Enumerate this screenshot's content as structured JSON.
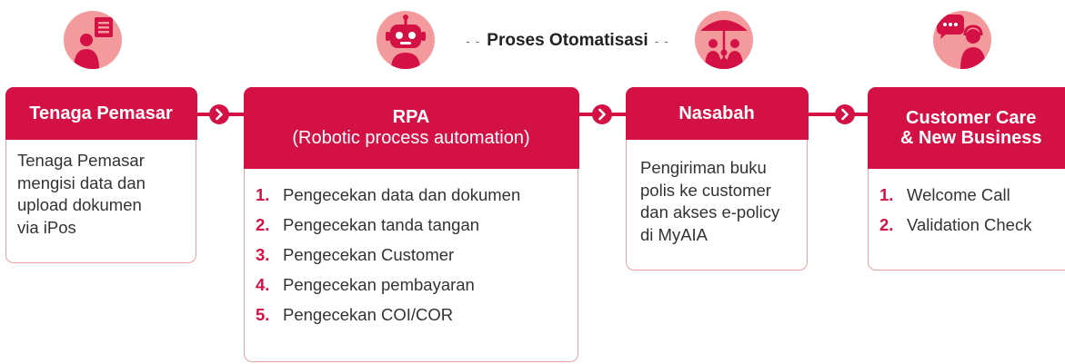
{
  "banner": {
    "dash_left": "- -",
    "title": "Proses Otomatisasi",
    "dash_right": "- -"
  },
  "icons": {
    "marketer": "person-with-document-icon",
    "rpa": "robot-icon",
    "customer": "family-under-umbrella-icon",
    "care": "person-with-chat-icon"
  },
  "cards": [
    {
      "title": "Tenaga Pemasar",
      "lines": [
        "Tenaga Pemasar",
        "mengisi data dan",
        "upload dokumen",
        "via iPos"
      ]
    },
    {
      "title": "RPA",
      "subtitle": "(Robotic process automation)",
      "steps": [
        {
          "num": "1.",
          "text": "Pengecekan data dan dokumen"
        },
        {
          "num": "2.",
          "text": "Pengecekan tanda tangan"
        },
        {
          "num": "3.",
          "text": "Pengecekan Customer"
        },
        {
          "num": "4.",
          "text": "Pengecekan pembayaran"
        },
        {
          "num": "5.",
          "text": "Pengecekan COI/COR"
        }
      ]
    },
    {
      "title": "Nasabah",
      "lines": [
        "Pengiriman buku",
        "polis ke customer",
        "dan akses e-policy",
        "di MyAIA"
      ]
    },
    {
      "title_line1": "Customer Care",
      "title_line2": "& New Business",
      "steps": [
        {
          "num": "1.",
          "text": "Welcome Call"
        },
        {
          "num": "2.",
          "text": "Validation Check"
        }
      ]
    }
  ],
  "colors": {
    "accent": "#d31145",
    "icon_bg": "#f29a9c",
    "border": "#e8a1a5"
  }
}
